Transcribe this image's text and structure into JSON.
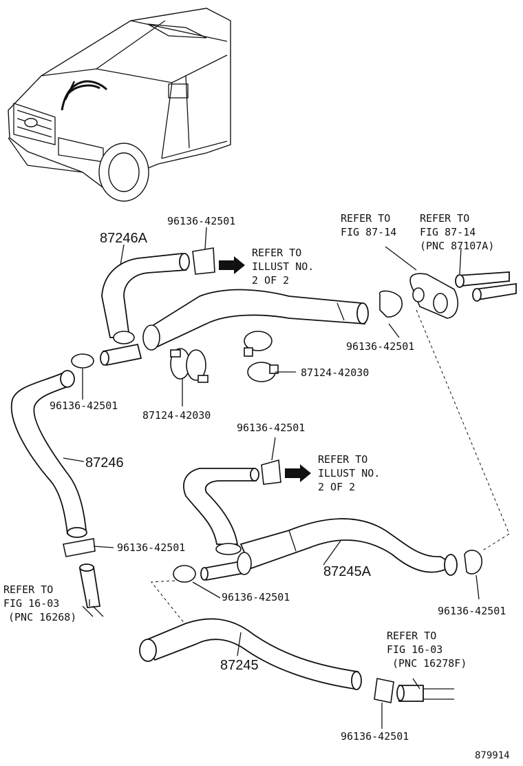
{
  "diagram": {
    "part_numbers": {
      "hose_87246A": "87246A",
      "hose_87246": "87246",
      "hose_87245A": "87245A",
      "hose_87245": "87245",
      "clamp_96136": "96136-42501",
      "clamp_87124": "87124-42030"
    },
    "refer_notes": {
      "illust_line1": "REFER TO",
      "illust_line2": "ILLUST NO.",
      "illust_line3": "2 OF 2",
      "fig8714_line1": "REFER TO",
      "fig8714_line2": "FIG 87-14",
      "fig8714b_line1": "REFER TO",
      "fig8714b_line2": "FIG 87-14",
      "fig8714b_line3": "(PNC 87107A)",
      "fig1603a_line1": "REFER TO",
      "fig1603a_line2": "FIG 16-03",
      "fig1603a_line3": "(PNC 16268)",
      "fig1603b_line1": "REFER TO",
      "fig1603b_line2": "FIG 16-03",
      "fig1603b_line3": "(PNC 16278F)"
    },
    "figure_id": "879914"
  }
}
